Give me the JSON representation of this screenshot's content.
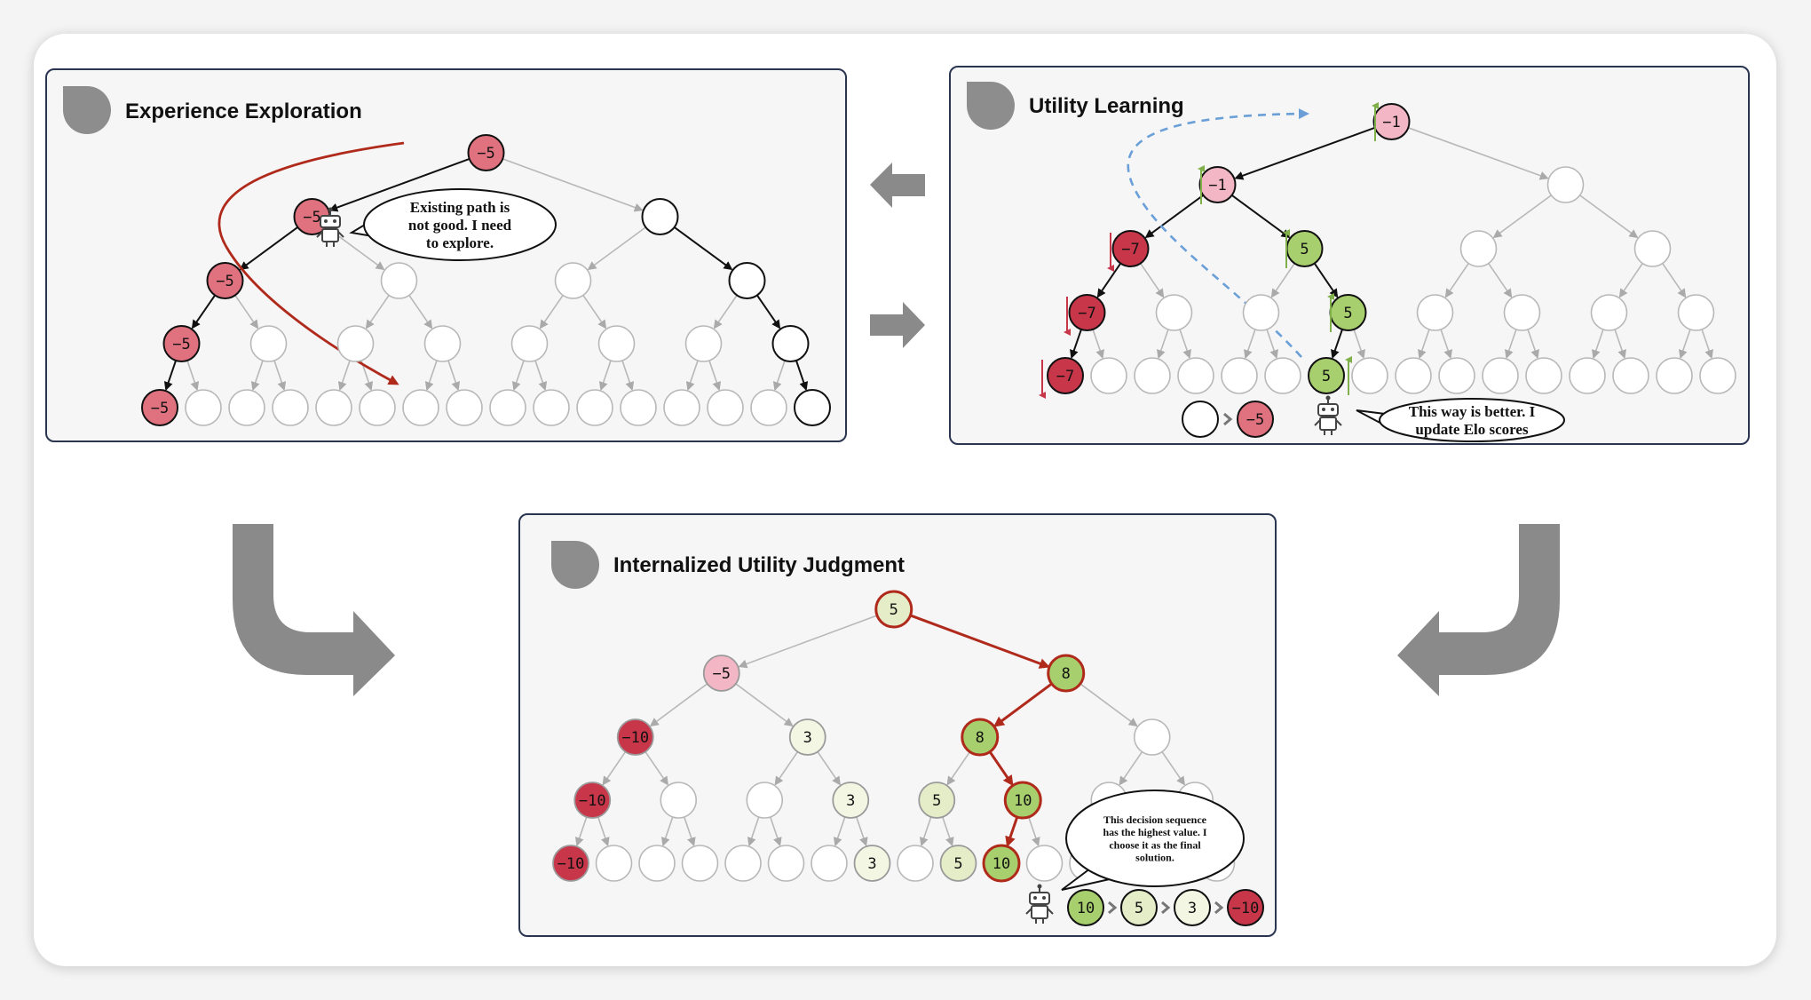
{
  "panels": {
    "exploration": {
      "title": "Experience Exploration",
      "bubble": [
        "Existing path is",
        "not good. I need",
        "to explore."
      ]
    },
    "utility": {
      "title": "Utility Learning",
      "bubble": [
        "This way is better. I",
        "update Elo scores"
      ],
      "compare": [
        "",
        "−5"
      ]
    },
    "judgment": {
      "title": "Internalized Utility Judgment",
      "bubble": [
        "This decision sequence",
        "has the highest value. I",
        "choose it as the final",
        "solution."
      ],
      "sequence": [
        "10",
        "5",
        "3",
        "−10"
      ]
    }
  },
  "trees": {
    "exploration": {
      "labels": [
        "−5",
        "−5",
        "",
        "−5",
        "",
        "",
        "",
        "−5",
        "",
        "",
        "",
        "",
        "",
        "",
        "",
        "−5",
        "",
        "",
        "",
        "",
        "",
        "",
        "",
        "",
        "",
        "",
        "",
        "",
        "",
        "",
        ""
      ]
    },
    "utility": {
      "labels": [
        "−1",
        "−1",
        "",
        "−7",
        "5",
        "",
        "",
        "−7",
        "",
        "",
        "5",
        "",
        "",
        "",
        "",
        "−7",
        "",
        "",
        "",
        "",
        "",
        "5",
        "",
        "",
        "",
        "",
        "",
        "",
        "",
        "",
        ""
      ]
    },
    "judgment": {
      "labels": [
        "5",
        "−5",
        "8",
        "−10",
        "3",
        "8",
        "",
        "−10",
        "",
        "",
        "3",
        "5",
        "10",
        "",
        "",
        "−10",
        "",
        "",
        "",
        "",
        "",
        "",
        "3",
        "",
        "5",
        "10",
        "",
        "",
        "",
        "",
        ""
      ]
    }
  },
  "colors": {
    "dark_red": "#c8364a",
    "mid_red": "#e0727f",
    "pink": "#f2b6c5",
    "green": "#a8cf6e",
    "light_green": "#e4ecc8",
    "pale_green": "#f3f6e3",
    "path_red": "#b02a1c",
    "dashed_blue": "#6a9fd8",
    "arrow_gray": "#8a8a8a"
  }
}
